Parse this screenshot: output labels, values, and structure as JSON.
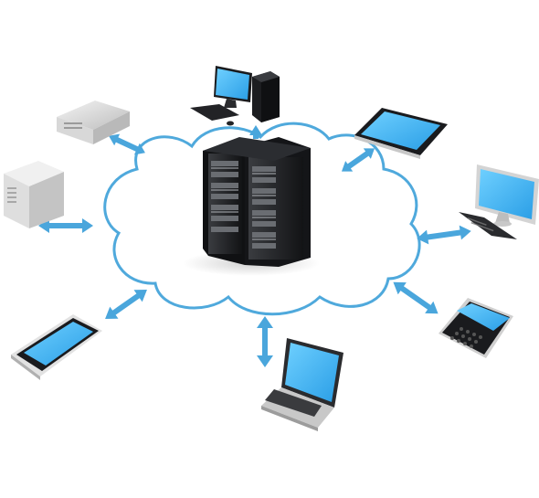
{
  "diagram": {
    "center": {
      "icon": "server-rack-icon",
      "container": "cloud-outline"
    },
    "devices": [
      {
        "id": "desktop",
        "icon": "desktop-computer-icon"
      },
      {
        "id": "tablet",
        "icon": "tablet-icon"
      },
      {
        "id": "monitor-keyboard",
        "icon": "monitor-with-keyboard-icon"
      },
      {
        "id": "smartphone-keyboard",
        "icon": "qwerty-smartphone-icon"
      },
      {
        "id": "laptop",
        "icon": "laptop-icon"
      },
      {
        "id": "smartphone",
        "icon": "smartphone-icon"
      },
      {
        "id": "tower-server",
        "icon": "tower-server-icon"
      },
      {
        "id": "rack-unit",
        "icon": "rack-server-unit-icon"
      }
    ],
    "connection_style": "bidirectional-arrow",
    "colors": {
      "cloud_stroke": "#4fa9dc",
      "arrow": "#4aa6dc",
      "screen": "#46b4f0",
      "dark_hardware": "#1e1f22",
      "light_hardware": "#dcdcdc"
    }
  }
}
